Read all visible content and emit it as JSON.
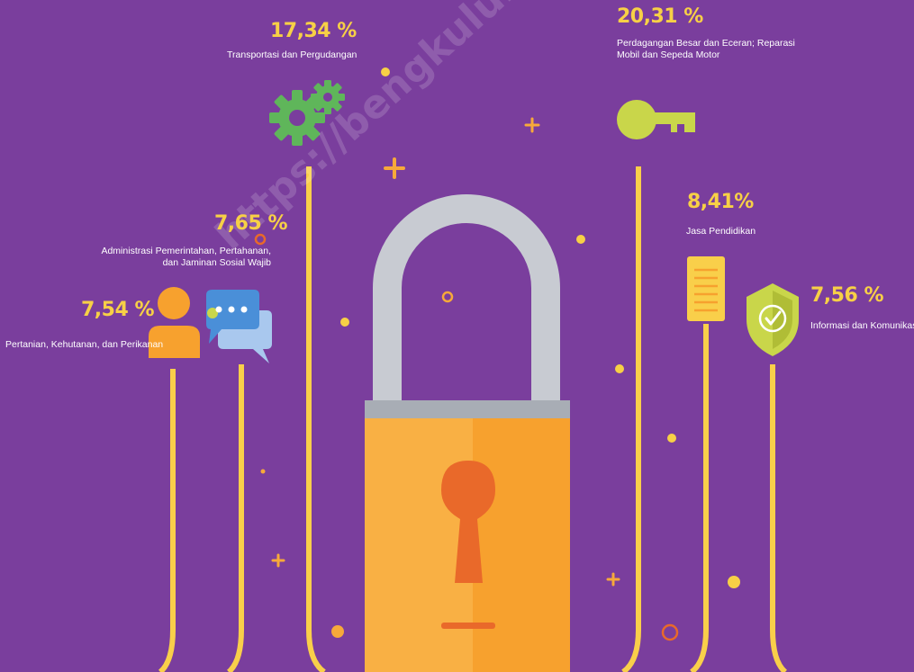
{
  "sectors": [
    {
      "id": "pertanian",
      "percent": "7,54 %",
      "label": "Pertanian, Kehutanan, dan Perikanan",
      "icon": "person-icon"
    },
    {
      "id": "administrasi",
      "percent": "7,65 %",
      "label_lines": [
        "Administrasi Pemerintahan, Pertahanan,",
        "dan Jaminan Sosial Wajib"
      ],
      "icon": "chat-bubbles-icon"
    },
    {
      "id": "transportasi",
      "percent": "17,34 %",
      "label": "Transportasi dan Pergudangan",
      "icon": "gears-icon"
    },
    {
      "id": "perdagangan",
      "percent": "20,31 %",
      "label_lines": [
        "Perdagangan Besar dan Eceran; Reparasi",
        "Mobil dan Sepeda Motor"
      ],
      "icon": "key-icon"
    },
    {
      "id": "pendidikan",
      "percent": "8,41%",
      "label": "Jasa Pendidikan",
      "icon": "document-icon"
    },
    {
      "id": "informasi",
      "percent": "7,56 %",
      "label": "Informasi dan Komunikasi",
      "icon": "shield-check-icon"
    }
  ],
  "watermark": "https://bengkulukota.bps.go.id",
  "colors": {
    "background": "#7a3e9d",
    "accent_yellow": "#f7d046",
    "line_yellow": "#f9cf4a",
    "lock_body": "#f7a93a",
    "lock_shackle": "#c8cbd2",
    "keyhole": "#e9692a",
    "gear_green": "#5fb65a",
    "key_green": "#c9d64a"
  }
}
